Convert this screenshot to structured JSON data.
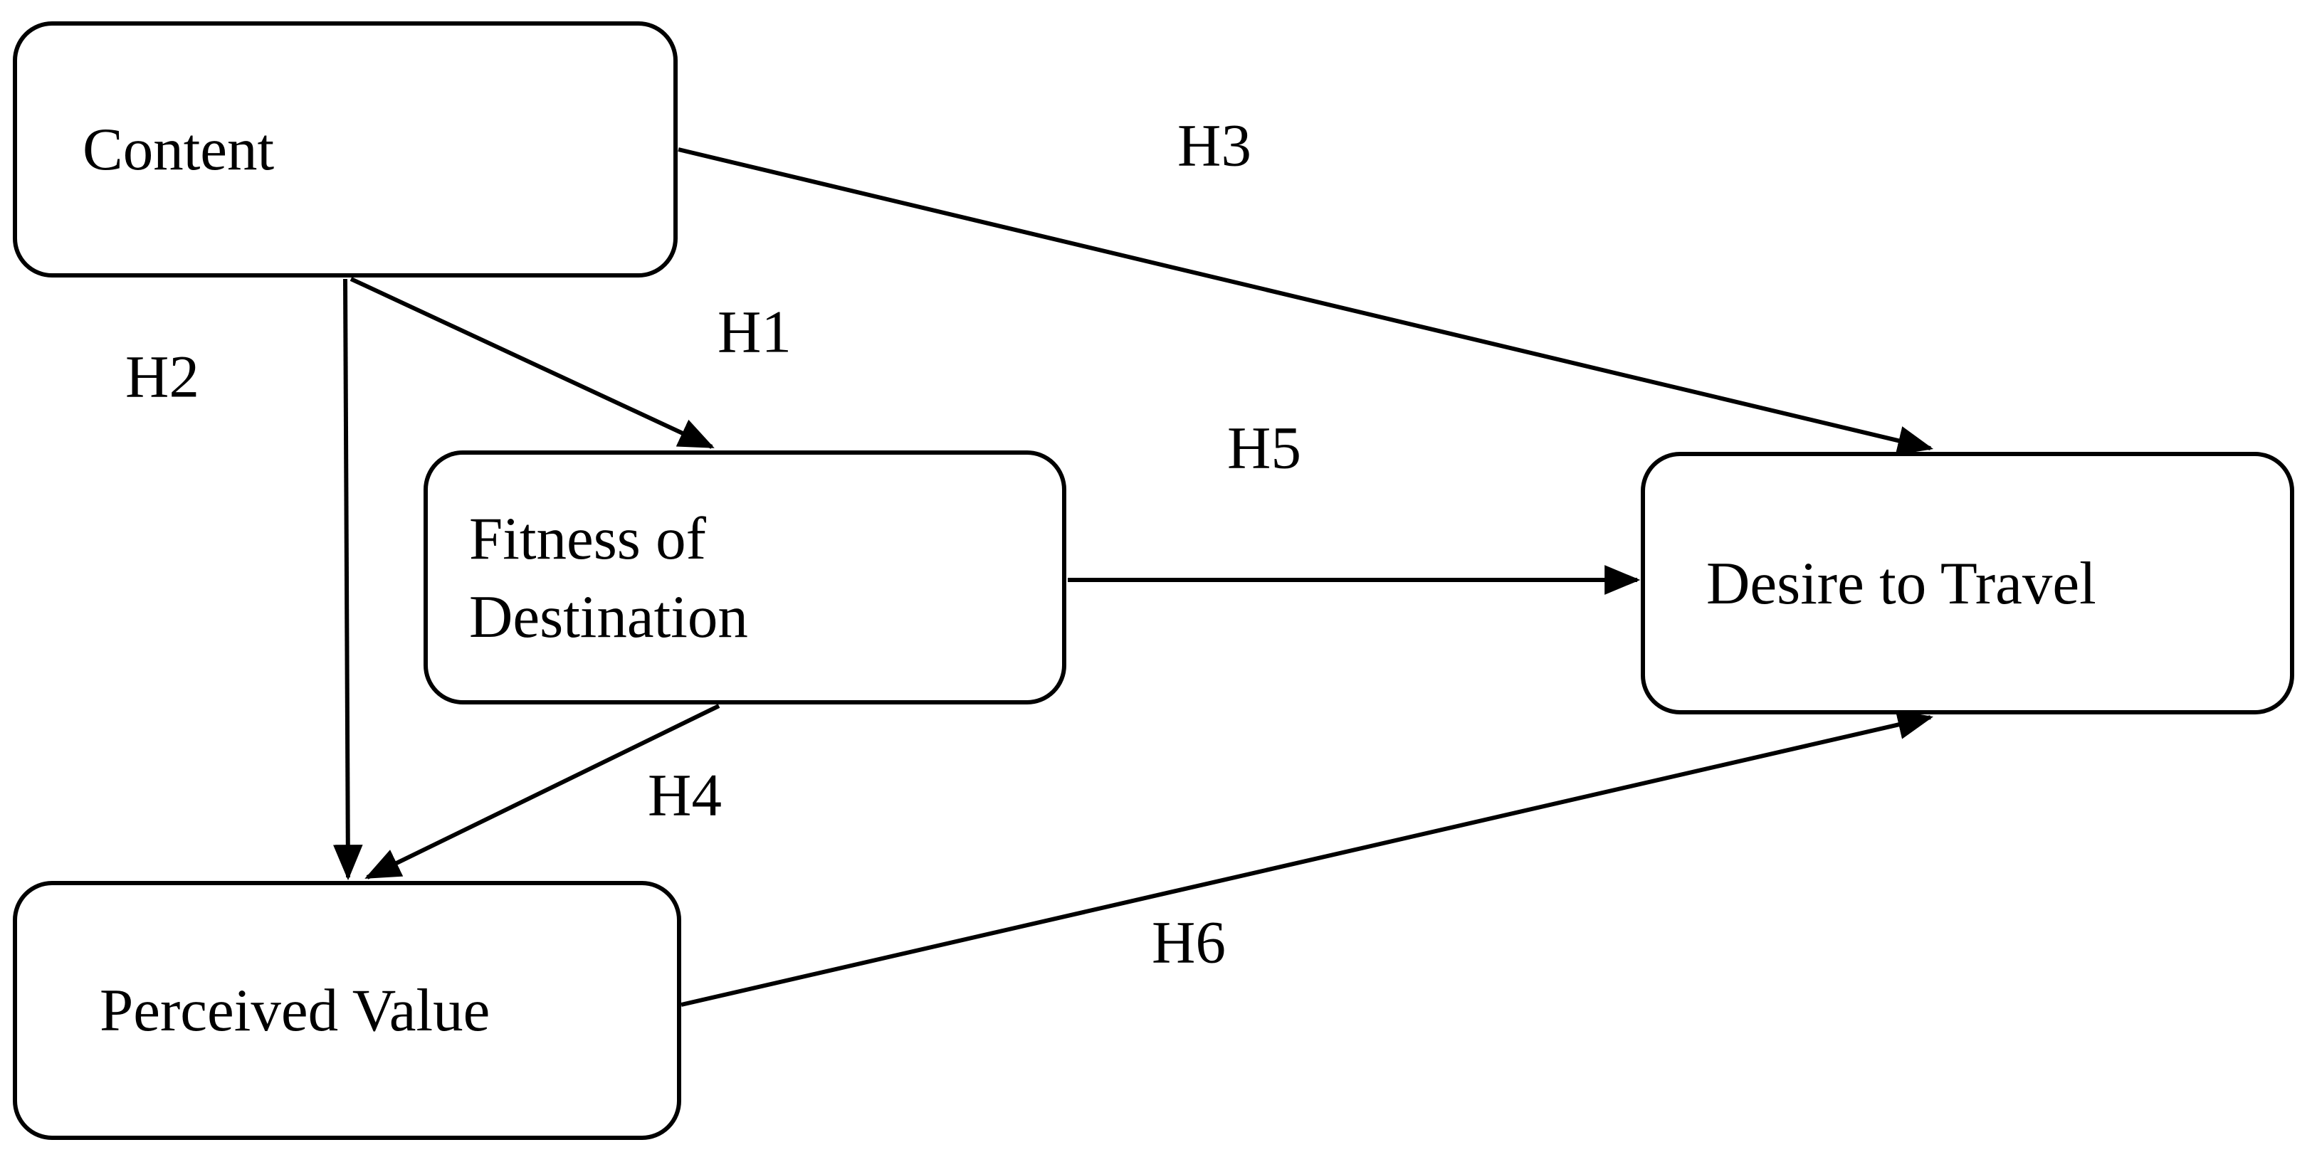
{
  "diagram": {
    "background_color": "#ffffff",
    "stroke_color": "#000000",
    "text_color": "#000000",
    "nodes": [
      {
        "id": "content",
        "label": "Content"
      },
      {
        "id": "fitness-of-destination",
        "label": "Fitness of Destination"
      },
      {
        "id": "perceived-value",
        "label": "Perceived Value"
      },
      {
        "id": "desire-to-travel",
        "label": "Desire to Travel"
      }
    ],
    "edges": [
      {
        "id": "h1",
        "label": "H1",
        "from": "Content",
        "to": "Fitness of Destination"
      },
      {
        "id": "h2",
        "label": "H2",
        "from": "Content",
        "to": "Perceived Value"
      },
      {
        "id": "h3",
        "label": "H3",
        "from": "Content",
        "to": "Desire to Travel"
      },
      {
        "id": "h4",
        "label": "H4",
        "from": "Fitness of Destination",
        "to": "Perceived Value"
      },
      {
        "id": "h5",
        "label": "H5",
        "from": "Fitness of Destination",
        "to": "Desire to Travel"
      },
      {
        "id": "h6",
        "label": "H6",
        "from": "Perceived Value",
        "to": "Desire to Travel"
      }
    ]
  }
}
